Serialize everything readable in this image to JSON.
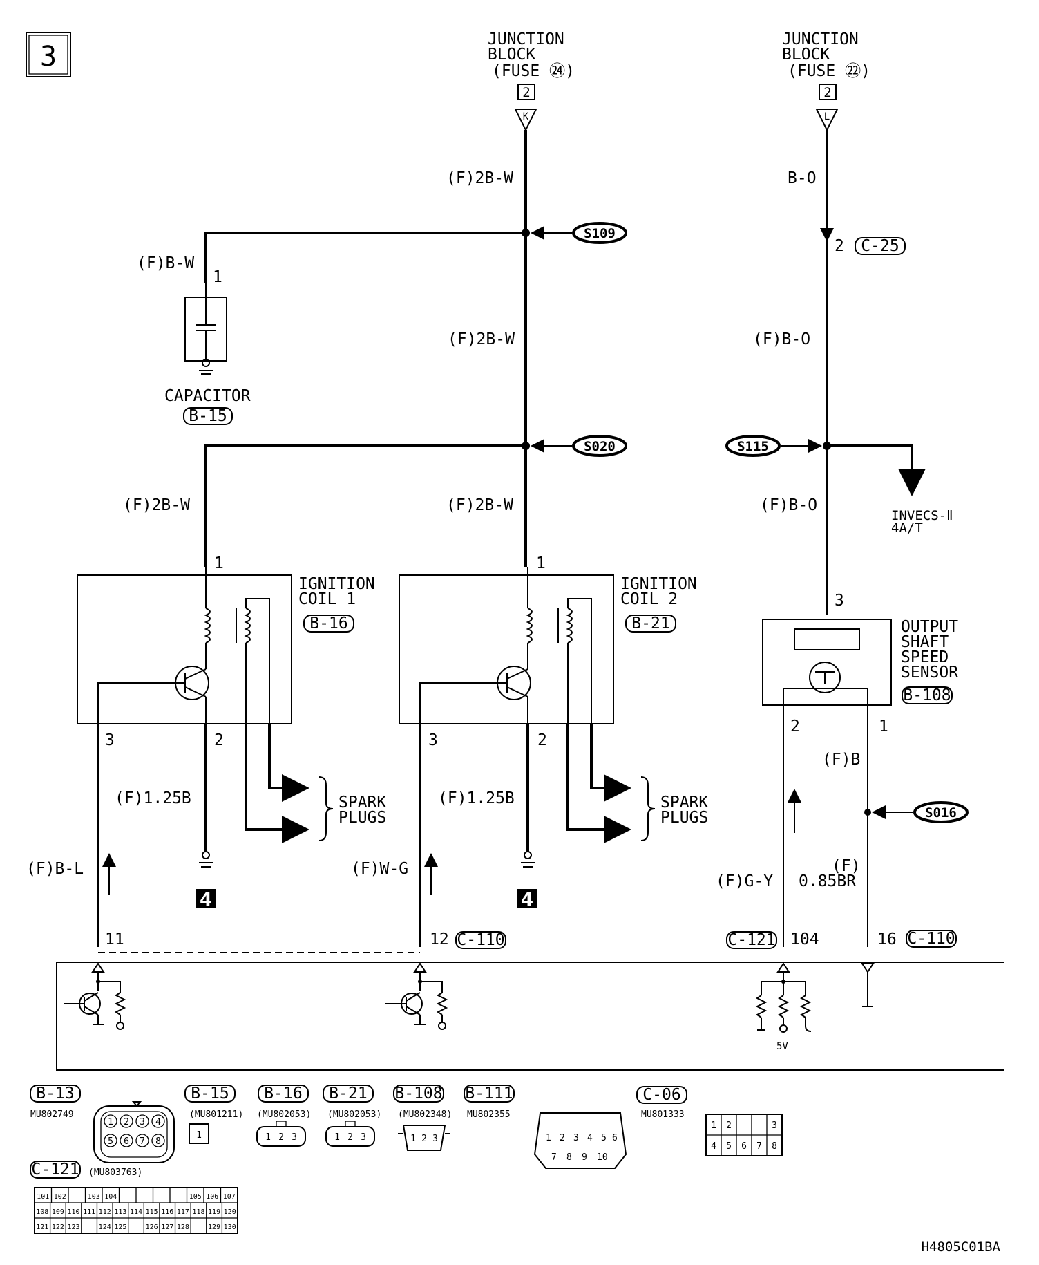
{
  "page_number": "3",
  "diagram_code": "H4805C01BA",
  "junction_blocks": [
    {
      "line1": "JUNCTION",
      "line2": "BLOCK",
      "line3": "(FUSE ㉔)",
      "box": "2",
      "terminal": "K"
    },
    {
      "line1": "JUNCTION",
      "line2": "BLOCK",
      "line3": "(FUSE ㉒)",
      "box": "2",
      "terminal": "L"
    }
  ],
  "wires": {
    "fuse24_main_top": "(F)2B-W",
    "fuse24_main_mid": "(F)2B-W",
    "capacitor_feed": "(F)B-W",
    "coil1_feed": "(F)2B-W",
    "coil2_feed": "(F)2B-W",
    "coil1_ground": "(F)1.25B",
    "coil2_ground": "(F)1.25B",
    "coil1_signal": "(F)B-L",
    "coil2_signal": "(F)W-G",
    "fuse22_top": "B-O",
    "fuse22_mid": "(F)B-O",
    "sensor_feed": "(F)B-O",
    "sensor_ground": "(F)B",
    "sensor_signal": "(F)G-Y",
    "sensor_ground_lower_1": "(F)",
    "sensor_ground_lower_2": "0.85BR"
  },
  "splices": [
    "S109",
    "S020",
    "S115",
    "S016"
  ],
  "components": {
    "capacitor": {
      "name": "CAPACITOR",
      "connector": "B-15",
      "pin": "1"
    },
    "coil1": {
      "name1": "IGNITION",
      "name2": "COIL 1",
      "connector": "B-16",
      "pins": [
        "1",
        "3",
        "2"
      ]
    },
    "coil2": {
      "name1": "IGNITION",
      "name2": "COIL 2",
      "connector": "B-21",
      "pins": [
        "1",
        "3",
        "2"
      ]
    },
    "sensor": {
      "name1": "OUTPUT",
      "name2": "SHAFT",
      "name3": "SPEED",
      "name4": "SENSOR",
      "connector": "B-108",
      "pins": [
        "3",
        "2",
        "1"
      ]
    },
    "spark1": {
      "line1": "SPARK",
      "line2": "PLUGS"
    },
    "spark2": {
      "line1": "SPARK",
      "line2": "PLUGS"
    },
    "ground_ref": "4",
    "c25": {
      "pin": "2",
      "connector": "C-25"
    },
    "invecs_1": "INVECS-Ⅱ",
    "invecs_2": "4A/T"
  },
  "ecu_pins": {
    "p11": "11",
    "p12": "12",
    "c110_a": "C-110",
    "c121": "C-121",
    "p104": "104",
    "p16": "16",
    "c110_b": "C-110",
    "five_volt": "5V"
  },
  "connector_table": [
    {
      "id": "B-13",
      "part": "MU802749",
      "pins": [
        "1",
        "2",
        "3",
        "4",
        "5",
        "6",
        "7",
        "8"
      ]
    },
    {
      "id": "B-15",
      "part": "(MU801211)",
      "pins": [
        "1"
      ]
    },
    {
      "id": "B-16",
      "part": "(MU802053)",
      "pins": [
        "1",
        "2",
        "3"
      ]
    },
    {
      "id": "B-21",
      "part": "(MU802053)",
      "pins": [
        "1",
        "2",
        "3"
      ]
    },
    {
      "id": "B-108",
      "part": "(MU802348)",
      "pins": [
        "1",
        "2",
        "3"
      ]
    },
    {
      "id": "B-111",
      "part": "MU802355",
      "pins": [
        "1",
        "2",
        "3",
        "4",
        "5",
        "6",
        "7",
        "8",
        "9",
        "10"
      ]
    },
    {
      "id": "C-06",
      "part": "MU801333",
      "pins": [
        "1",
        "2",
        "3",
        "4",
        "5",
        "6",
        "7",
        "8"
      ]
    },
    {
      "id": "C-121",
      "part": "(MU803763)",
      "rows": [
        [
          "101",
          "102",
          "",
          "103",
          "104",
          "",
          "",
          "",
          "",
          "105",
          "106",
          "107"
        ],
        [
          "108",
          "109",
          "110",
          "111",
          "112",
          "113",
          "114",
          "115",
          "116",
          "117",
          "118",
          "119",
          "120"
        ],
        [
          "121",
          "122",
          "123",
          "",
          "124",
          "125",
          "",
          "126",
          "127",
          "128",
          "",
          "129",
          "130"
        ]
      ]
    }
  ]
}
